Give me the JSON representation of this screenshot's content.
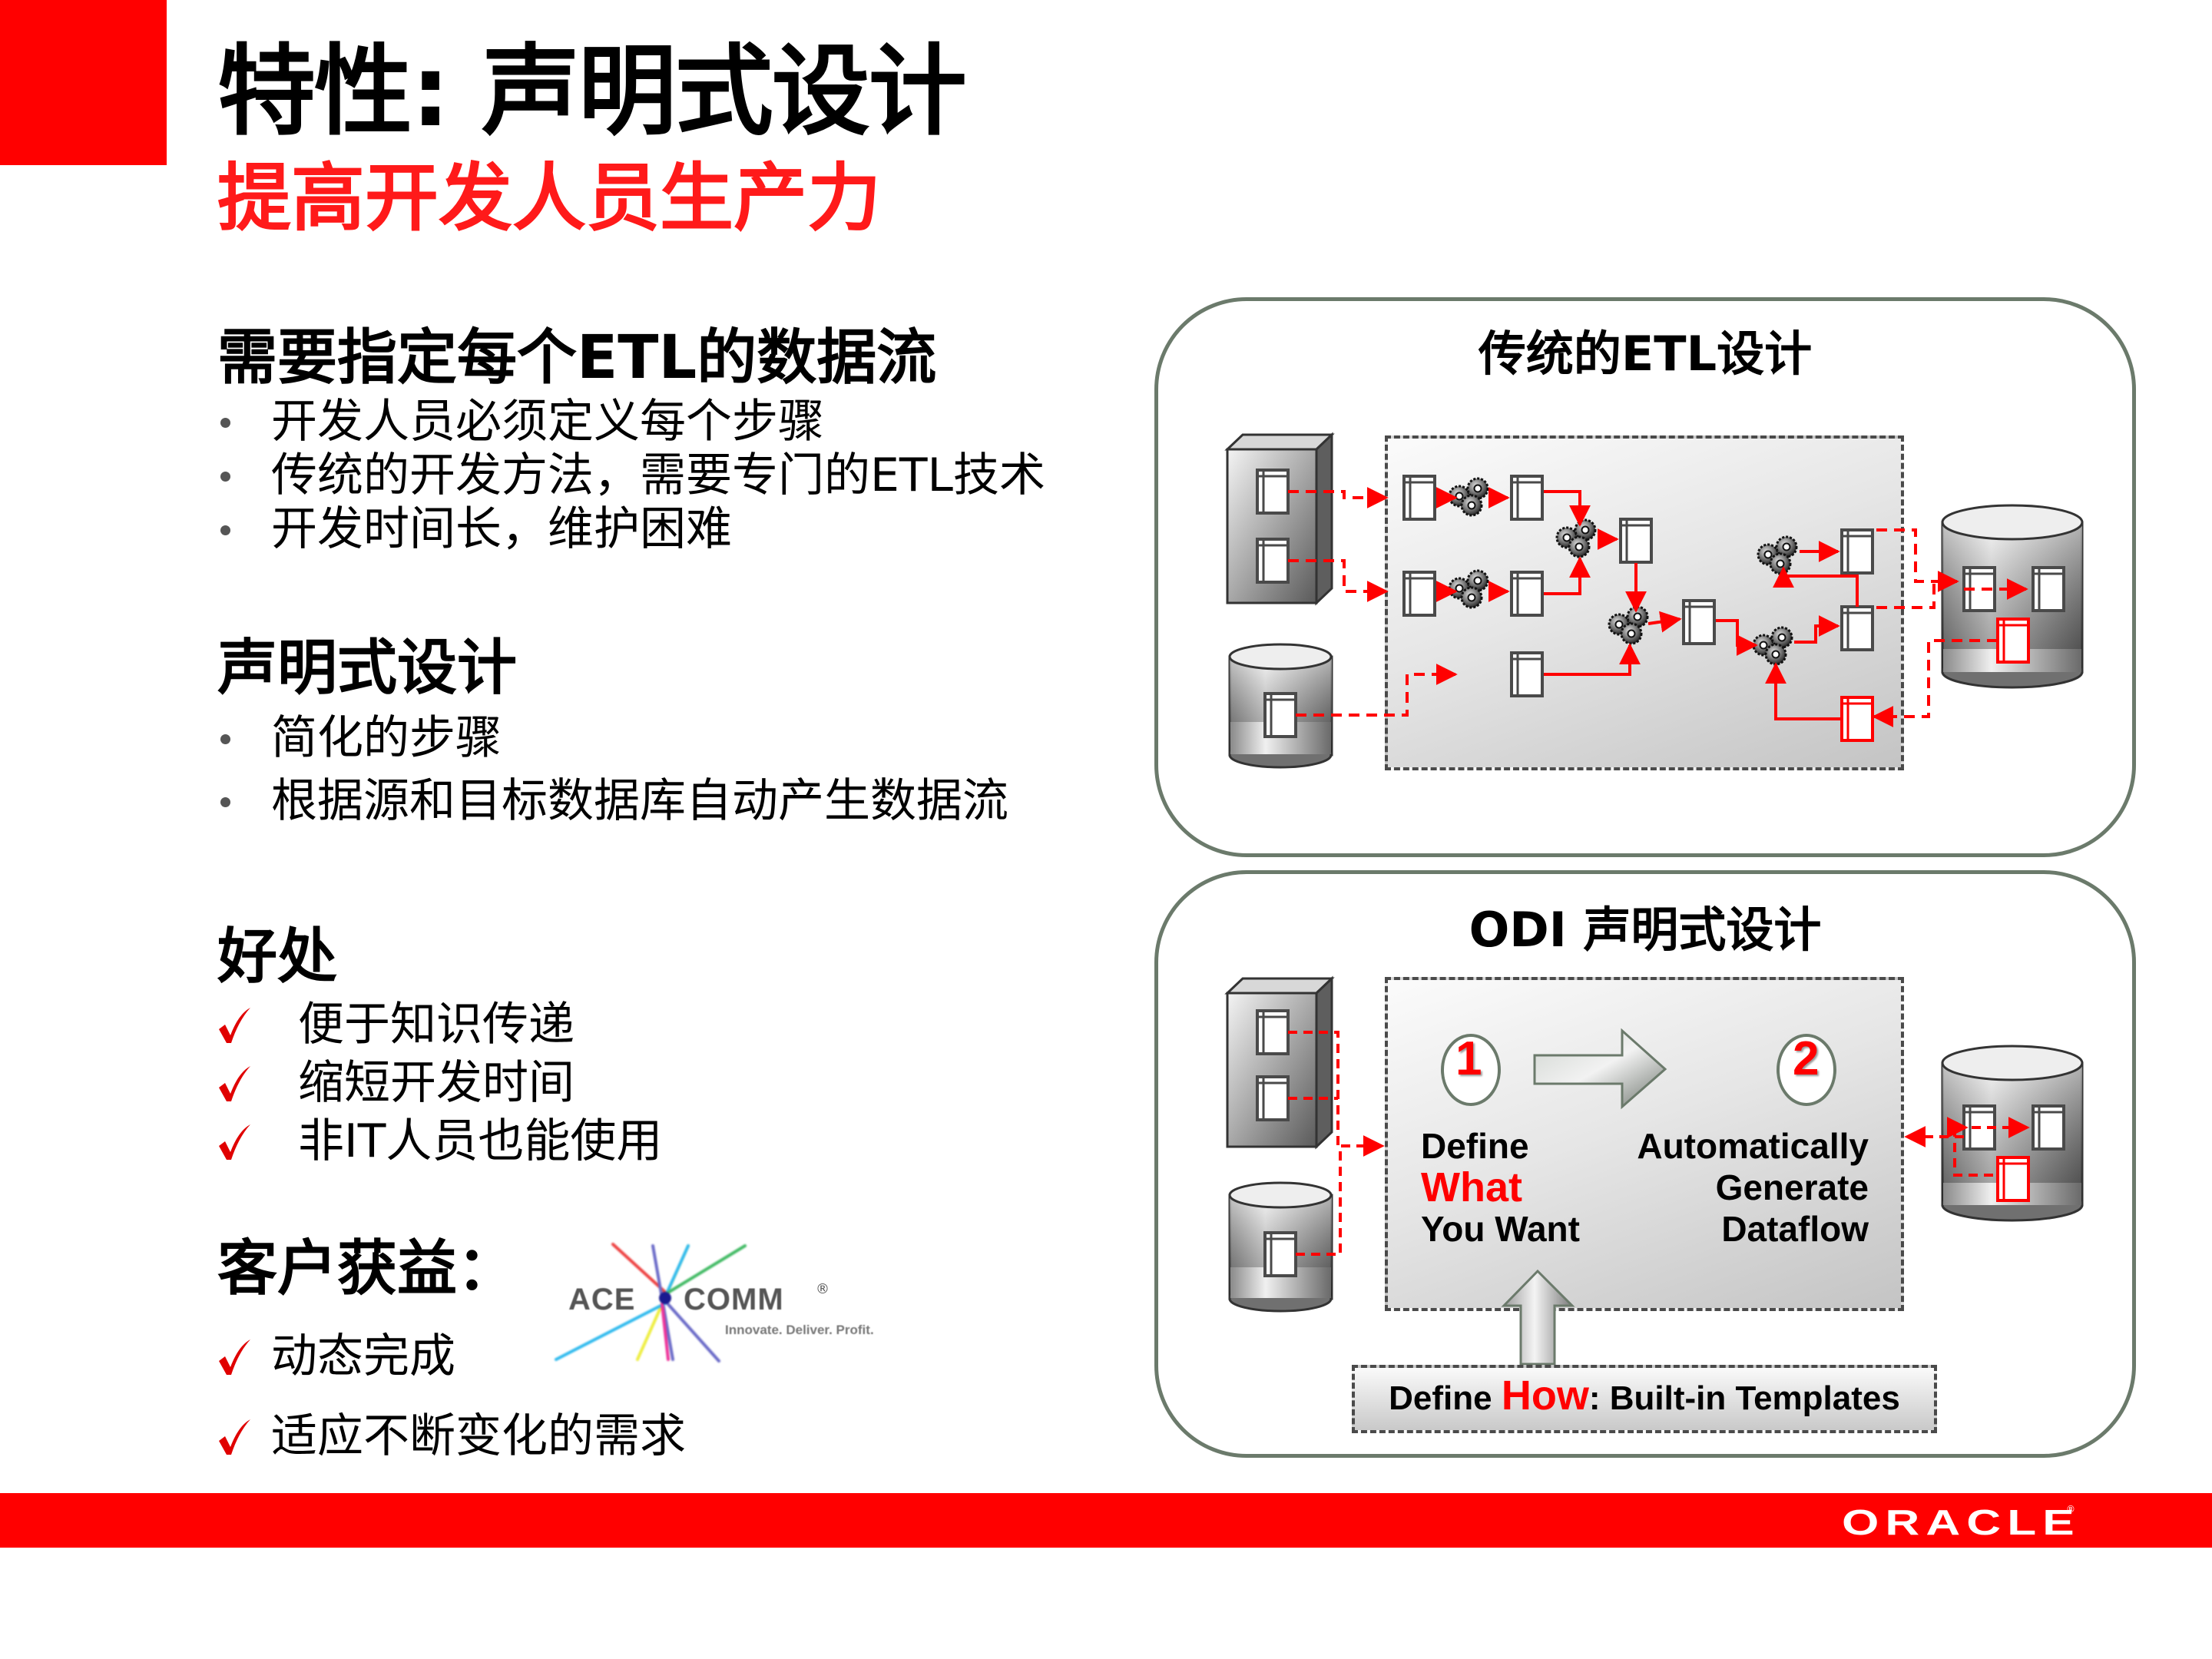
{
  "slide": {
    "title": "特性: 声明式设计",
    "subtitle": "提高开发人员生产力"
  },
  "sections": {
    "need_dataflow": {
      "heading": "需要指定每个ETL的数据流",
      "bullets": [
        "开发人员必须定义每个步骤",
        "传统的开发方法，需要专门的ETL技术",
        "开发时间长，维护困难"
      ]
    },
    "declarative": {
      "heading": "声明式设计",
      "bullets": [
        "简化的步骤",
        "根据源和目标数据库自动产生数据流"
      ]
    },
    "benefits": {
      "heading": "好处",
      "items": [
        "便于知识传递",
        "缩短开发时间",
        "非IT人员也能使用"
      ]
    },
    "customer": {
      "heading": "客户获益：",
      "items": [
        "动态完成",
        "适应不断变化的需求"
      ],
      "logo": {
        "name_left": "ACE",
        "name_right": "COMM",
        "registered": "®",
        "tagline": "Innovate. Deliver. Profit."
      }
    }
  },
  "diagrams": {
    "traditional": {
      "title": "传统的ETL设计"
    },
    "odi": {
      "title": "ODI 声明式设计",
      "step1_number": "1",
      "step2_number": "2",
      "step1_line1": "Define",
      "step1_line2": "What",
      "step1_line3": "You Want",
      "step2_line1": "Automatically",
      "step2_line2": "Generate",
      "step2_line3": "Dataflow",
      "how_prefix": "Define ",
      "how_word": "How",
      "how_suffix": ": Built-in Templates"
    }
  },
  "footer": {
    "brand": "ORACLE",
    "registered": "®"
  },
  "colors": {
    "accent_red": "#ff0000",
    "subtitle_red": "#ff1a1a",
    "frame_border": "#6b7a6b",
    "icon_gray": "#4a4a4a"
  }
}
